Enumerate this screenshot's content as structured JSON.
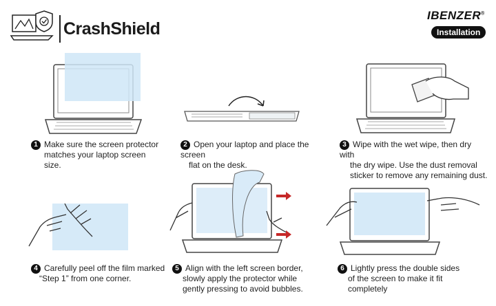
{
  "header": {
    "brand": "CrashShield",
    "maker": "IBENZER",
    "maker_mark": "®",
    "badge": "Installation"
  },
  "steps": [
    {
      "number": "1",
      "lines": [
        "Make sure the screen protector",
        "matches your laptop screen size."
      ]
    },
    {
      "number": "2",
      "lines": [
        "Open your laptop and place the screen",
        "flat on the desk."
      ]
    },
    {
      "number": "3",
      "lines": [
        "Wipe with the wet wipe, then dry with",
        "the dry wipe. Use the dust removal",
        "sticker to remove any remaining dust."
      ]
    },
    {
      "number": "4",
      "lines": [
        "Carefully peel off the film marked",
        "“Step 1” from one corner."
      ]
    },
    {
      "number": "5",
      "lines": [
        "Align with the left screen border,",
        "slowly apply the protector while",
        "gently pressing to avoid bubbles."
      ]
    },
    {
      "number": "6",
      "lines": [
        "Lightly press the double sides",
        "of the screen to make it fit",
        "completely"
      ]
    }
  ],
  "colors": {
    "film": "#cfe6f7",
    "arrow": "#c62828",
    "ink": "#222222"
  }
}
